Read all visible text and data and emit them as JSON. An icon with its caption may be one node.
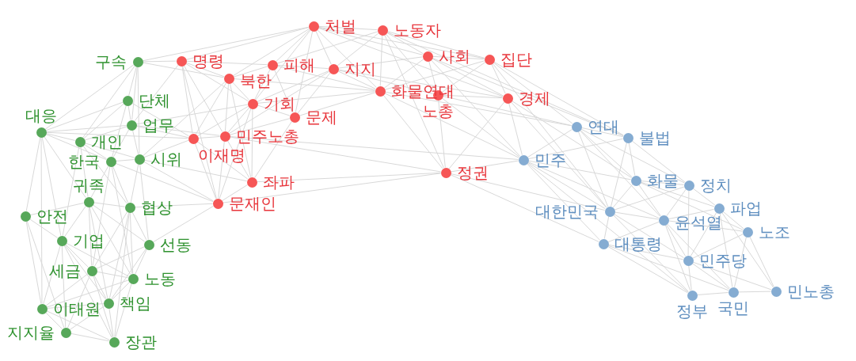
{
  "diagram": {
    "nodes": [
      {
        "text": [],
        "shape": "circle",
        "beside": [
          "처벌"
        ]
      },
      {
        "text": [],
        "shape": "circle",
        "beside": [
          "노동자"
        ]
      },
      {
        "text": [],
        "shape": "circle",
        "beside": [
          "사회"
        ]
      },
      {
        "text": [],
        "shape": "circle",
        "beside": [
          "집단"
        ]
      },
      {
        "text": [],
        "shape": "circle",
        "beside": [
          "구속"
        ]
      },
      {
        "text": [],
        "shape": "circle",
        "beside": [
          "명령"
        ]
      },
      {
        "text": [],
        "shape": "circle",
        "beside": [
          "피해"
        ]
      },
      {
        "text": [],
        "shape": "circle",
        "beside": [
          "지지"
        ]
      },
      {
        "text": [],
        "shape": "circle",
        "beside": [
          "북한"
        ]
      },
      {
        "text": [],
        "shape": "circle",
        "beside": [
          "화물연대"
        ]
      },
      {
        "text": [],
        "shape": "circle",
        "beside": [
          "노총"
        ]
      },
      {
        "text": [],
        "shape": "circle",
        "beside": [
          "경제"
        ]
      },
      {
        "text": [],
        "shape": "circle",
        "beside": [
          "단체"
        ]
      },
      {
        "text": [],
        "shape": "circle",
        "beside": [
          "기회"
        ]
      },
      {
        "text": [],
        "shape": "circle",
        "beside": [
          "문제"
        ]
      },
      {
        "text": [],
        "shape": "circle",
        "beside": [
          "업무"
        ]
      },
      {
        "text": [],
        "shape": "circle",
        "beside": [
          "연대"
        ]
      },
      {
        "text": [],
        "shape": "circle",
        "beside": [
          "대응"
        ]
      },
      {
        "text": [],
        "shape": "circle",
        "beside": [
          "이재명"
        ]
      },
      {
        "text": [],
        "shape": "circle",
        "beside": [
          "민주노총"
        ]
      },
      {
        "text": [],
        "shape": "circle",
        "beside": [
          "개인"
        ]
      },
      {
        "text": [],
        "shape": "circle",
        "beside": [
          "불법"
        ]
      },
      {
        "text": [],
        "shape": "circle",
        "beside": [
          "한국"
        ]
      },
      {
        "text": [],
        "shape": "circle",
        "beside": [
          "시위"
        ]
      },
      {
        "text": [],
        "shape": "circle",
        "beside": [
          "민주"
        ]
      },
      {
        "text": [],
        "shape": "circle",
        "beside": [
          "정권"
        ]
      },
      {
        "text": [],
        "shape": "circle",
        "beside": [
          "좌파"
        ]
      },
      {
        "text": [],
        "shape": "circle",
        "beside": [
          "화물"
        ]
      },
      {
        "text": [],
        "shape": "circle",
        "beside": [
          "정치"
        ]
      },
      {
        "text": [],
        "shape": "circle",
        "beside": [
          "귀족"
        ]
      },
      {
        "text": [],
        "shape": "circle",
        "beside": [
          "문재인"
        ]
      },
      {
        "text": [],
        "shape": "circle",
        "beside": [
          "협상"
        ]
      },
      {
        "text": [],
        "shape": "circle",
        "beside": [
          "대한민국"
        ]
      },
      {
        "text": [],
        "shape": "circle",
        "beside": [
          "파업"
        ]
      },
      {
        "text": [],
        "shape": "circle",
        "beside": [
          "안전"
        ]
      },
      {
        "text": [],
        "shape": "circle",
        "beside": [
          "윤석열"
        ]
      },
      {
        "text": [],
        "shape": "circle",
        "beside": [
          "노조"
        ]
      },
      {
        "text": [],
        "shape": "circle",
        "beside": [
          "기업"
        ]
      },
      {
        "text": [],
        "shape": "circle",
        "beside": [
          "선동"
        ]
      },
      {
        "text": [],
        "shape": "circle",
        "beside": [
          "대통령"
        ]
      },
      {
        "text": [],
        "shape": "circle",
        "beside": [
          "민주당"
        ]
      },
      {
        "text": [],
        "shape": "circle",
        "beside": [
          "세금"
        ]
      },
      {
        "text": [],
        "shape": "circle",
        "beside": [
          "노동"
        ]
      },
      {
        "text": [],
        "shape": "circle",
        "beside": [
          "국민"
        ]
      },
      {
        "text": [],
        "shape": "circle",
        "beside": [
          "민노총"
        ]
      },
      {
        "text": [],
        "shape": "circle",
        "beside": [
          "정부"
        ]
      },
      {
        "text": [],
        "shape": "circle",
        "beside": [
          "책임"
        ]
      },
      {
        "text": [],
        "shape": "circle",
        "beside": [
          "이태원"
        ]
      },
      {
        "text": [],
        "shape": "circle",
        "beside": [
          "지지율"
        ]
      },
      {
        "text": [],
        "shape": "circle",
        "beside": [
          "장관"
        ]
      }
    ],
    "edges": [
      {
        "from": 0,
        "to": 1,
        "arrow": "none"
      },
      {
        "from": 0,
        "to": 2,
        "arrow": "none"
      },
      {
        "from": 0,
        "to": 3,
        "arrow": "none"
      },
      {
        "from": 0,
        "to": 4,
        "arrow": "none"
      },
      {
        "from": 0,
        "to": 5,
        "arrow": "none"
      },
      {
        "from": 0,
        "to": 6,
        "arrow": "none"
      },
      {
        "from": 0,
        "to": 7,
        "arrow": "none"
      },
      {
        "from": 0,
        "to": 8,
        "arrow": "none"
      },
      {
        "from": 0,
        "to": 9,
        "arrow": "none"
      },
      {
        "from": 0,
        "to": 11,
        "arrow": "none"
      },
      {
        "from": 0,
        "to": 13,
        "arrow": "none"
      },
      {
        "from": 0,
        "to": 14,
        "arrow": "none"
      },
      {
        "from": 1,
        "to": 2,
        "arrow": "none"
      },
      {
        "from": 1,
        "to": 3,
        "arrow": "none"
      },
      {
        "from": 1,
        "to": 6,
        "arrow": "none"
      },
      {
        "from": 1,
        "to": 7,
        "arrow": "none"
      },
      {
        "from": 1,
        "to": 9,
        "arrow": "none"
      },
      {
        "from": 1,
        "to": 10,
        "arrow": "none"
      },
      {
        "from": 1,
        "to": 21,
        "arrow": "none"
      },
      {
        "from": 1,
        "to": 25,
        "arrow": "none"
      },
      {
        "from": 2,
        "to": 3,
        "arrow": "none"
      },
      {
        "from": 2,
        "to": 7,
        "arrow": "none"
      },
      {
        "from": 2,
        "to": 9,
        "arrow": "none"
      },
      {
        "from": 2,
        "to": 10,
        "arrow": "none"
      },
      {
        "from": 2,
        "to": 11,
        "arrow": "none"
      },
      {
        "from": 2,
        "to": 21,
        "arrow": "none"
      },
      {
        "from": 2,
        "to": 24,
        "arrow": "none"
      },
      {
        "from": 3,
        "to": 9,
        "arrow": "none"
      },
      {
        "from": 3,
        "to": 10,
        "arrow": "none"
      },
      {
        "from": 3,
        "to": 11,
        "arrow": "none"
      },
      {
        "from": 3,
        "to": 16,
        "arrow": "none"
      },
      {
        "from": 3,
        "to": 21,
        "arrow": "none"
      },
      {
        "from": 3,
        "to": 32,
        "arrow": "none"
      },
      {
        "from": 4,
        "to": 5,
        "arrow": "none"
      },
      {
        "from": 4,
        "to": 8,
        "arrow": "none"
      },
      {
        "from": 4,
        "to": 12,
        "arrow": "none"
      },
      {
        "from": 4,
        "to": 15,
        "arrow": "none"
      },
      {
        "from": 4,
        "to": 17,
        "arrow": "none"
      },
      {
        "from": 4,
        "to": 20,
        "arrow": "none"
      },
      {
        "from": 4,
        "to": 23,
        "arrow": "none"
      },
      {
        "from": 5,
        "to": 6,
        "arrow": "none"
      },
      {
        "from": 5,
        "to": 8,
        "arrow": "none"
      },
      {
        "from": 5,
        "to": 13,
        "arrow": "none"
      },
      {
        "from": 5,
        "to": 15,
        "arrow": "none"
      },
      {
        "from": 5,
        "to": 18,
        "arrow": "none"
      },
      {
        "from": 5,
        "to": 19,
        "arrow": "none"
      },
      {
        "from": 5,
        "to": 30,
        "arrow": "none"
      },
      {
        "from": 6,
        "to": 7,
        "arrow": "none"
      },
      {
        "from": 6,
        "to": 8,
        "arrow": "none"
      },
      {
        "from": 6,
        "to": 9,
        "arrow": "none"
      },
      {
        "from": 6,
        "to": 13,
        "arrow": "none"
      },
      {
        "from": 6,
        "to": 14,
        "arrow": "none"
      },
      {
        "from": 7,
        "to": 9,
        "arrow": "none"
      },
      {
        "from": 7,
        "to": 10,
        "arrow": "none"
      },
      {
        "from": 7,
        "to": 11,
        "arrow": "none"
      },
      {
        "from": 7,
        "to": 13,
        "arrow": "none"
      },
      {
        "from": 7,
        "to": 14,
        "arrow": "none"
      },
      {
        "from": 7,
        "to": 19,
        "arrow": "none"
      },
      {
        "from": 8,
        "to": 9,
        "arrow": "none"
      },
      {
        "from": 8,
        "to": 13,
        "arrow": "none"
      },
      {
        "from": 8,
        "to": 18,
        "arrow": "none"
      },
      {
        "from": 8,
        "to": 19,
        "arrow": "none"
      },
      {
        "from": 8,
        "to": 23,
        "arrow": "none"
      },
      {
        "from": 8,
        "to": 26,
        "arrow": "none"
      },
      {
        "from": 9,
        "to": 13,
        "arrow": "none"
      },
      {
        "from": 9,
        "to": 14,
        "arrow": "none"
      },
      {
        "from": 9,
        "to": 16,
        "arrow": "none"
      },
      {
        "from": 9,
        "to": 24,
        "arrow": "none"
      },
      {
        "from": 9,
        "to": 25,
        "arrow": "none"
      },
      {
        "from": 10,
        "to": 11,
        "arrow": "none"
      },
      {
        "from": 10,
        "to": 16,
        "arrow": "none"
      },
      {
        "from": 10,
        "to": 24,
        "arrow": "none"
      },
      {
        "from": 10,
        "to": 25,
        "arrow": "none"
      },
      {
        "from": 11,
        "to": 24,
        "arrow": "none"
      },
      {
        "from": 11,
        "to": 25,
        "arrow": "none"
      },
      {
        "from": 11,
        "to": 27,
        "arrow": "none"
      },
      {
        "from": 11,
        "to": 32,
        "arrow": "none"
      },
      {
        "from": 12,
        "to": 15,
        "arrow": "none"
      },
      {
        "from": 12,
        "to": 17,
        "arrow": "none"
      },
      {
        "from": 12,
        "to": 18,
        "arrow": "none"
      },
      {
        "from": 12,
        "to": 20,
        "arrow": "none"
      },
      {
        "from": 12,
        "to": 22,
        "arrow": "none"
      },
      {
        "from": 13,
        "to": 14,
        "arrow": "none"
      },
      {
        "from": 13,
        "to": 15,
        "arrow": "none"
      },
      {
        "from": 13,
        "to": 18,
        "arrow": "none"
      },
      {
        "from": 13,
        "to": 19,
        "arrow": "none"
      },
      {
        "from": 13,
        "to": 26,
        "arrow": "none"
      },
      {
        "from": 13,
        "to": 30,
        "arrow": "none"
      },
      {
        "from": 14,
        "to": 19,
        "arrow": "none"
      },
      {
        "from": 14,
        "to": 26,
        "arrow": "none"
      },
      {
        "from": 15,
        "to": 17,
        "arrow": "none"
      },
      {
        "from": 15,
        "to": 18,
        "arrow": "none"
      },
      {
        "from": 15,
        "to": 19,
        "arrow": "none"
      },
      {
        "from": 15,
        "to": 20,
        "arrow": "none"
      },
      {
        "from": 15,
        "to": 22,
        "arrow": "none"
      },
      {
        "from": 15,
        "to": 23,
        "arrow": "none"
      },
      {
        "from": 16,
        "to": 21,
        "arrow": "none"
      },
      {
        "from": 16,
        "to": 24,
        "arrow": "none"
      },
      {
        "from": 16,
        "to": 27,
        "arrow": "none"
      },
      {
        "from": 16,
        "to": 28,
        "arrow": "none"
      },
      {
        "from": 16,
        "to": 32,
        "arrow": "none"
      },
      {
        "from": 16,
        "to": 35,
        "arrow": "none"
      },
      {
        "from": 17,
        "to": 18,
        "arrow": "none"
      },
      {
        "from": 17,
        "to": 20,
        "arrow": "none"
      },
      {
        "from": 17,
        "to": 22,
        "arrow": "none"
      },
      {
        "from": 17,
        "to": 29,
        "arrow": "none"
      },
      {
        "from": 17,
        "to": 34,
        "arrow": "none"
      },
      {
        "from": 17,
        "to": 37,
        "arrow": "none"
      },
      {
        "from": 17,
        "to": 47,
        "arrow": "none"
      },
      {
        "from": 18,
        "to": 19,
        "arrow": "none"
      },
      {
        "from": 18,
        "to": 23,
        "arrow": "none"
      },
      {
        "from": 18,
        "to": 26,
        "arrow": "none"
      },
      {
        "from": 18,
        "to": 30,
        "arrow": "none"
      },
      {
        "from": 19,
        "to": 24,
        "arrow": "none"
      },
      {
        "from": 19,
        "to": 25,
        "arrow": "none"
      },
      {
        "from": 19,
        "to": 26,
        "arrow": "none"
      },
      {
        "from": 19,
        "to": 30,
        "arrow": "none"
      },
      {
        "from": 20,
        "to": 22,
        "arrow": "none"
      },
      {
        "from": 20,
        "to": 23,
        "arrow": "none"
      },
      {
        "from": 20,
        "to": 29,
        "arrow": "none"
      },
      {
        "from": 20,
        "to": 31,
        "arrow": "none"
      },
      {
        "from": 20,
        "to": 37,
        "arrow": "none"
      },
      {
        "from": 21,
        "to": 24,
        "arrow": "none"
      },
      {
        "from": 21,
        "to": 27,
        "arrow": "none"
      },
      {
        "from": 21,
        "to": 28,
        "arrow": "none"
      },
      {
        "from": 21,
        "to": 32,
        "arrow": "none"
      },
      {
        "from": 22,
        "to": 23,
        "arrow": "none"
      },
      {
        "from": 22,
        "to": 29,
        "arrow": "none"
      },
      {
        "from": 22,
        "to": 30,
        "arrow": "none"
      },
      {
        "from": 22,
        "to": 31,
        "arrow": "none"
      },
      {
        "from": 22,
        "to": 41,
        "arrow": "none"
      },
      {
        "from": 22,
        "to": 42,
        "arrow": "none"
      },
      {
        "from": 23,
        "to": 26,
        "arrow": "none"
      },
      {
        "from": 23,
        "to": 30,
        "arrow": "none"
      },
      {
        "from": 23,
        "to": 31,
        "arrow": "none"
      },
      {
        "from": 23,
        "to": 38,
        "arrow": "none"
      },
      {
        "from": 24,
        "to": 25,
        "arrow": "none"
      },
      {
        "from": 24,
        "to": 27,
        "arrow": "none"
      },
      {
        "from": 24,
        "to": 32,
        "arrow": "none"
      },
      {
        "from": 24,
        "to": 35,
        "arrow": "none"
      },
      {
        "from": 24,
        "to": 39,
        "arrow": "none"
      },
      {
        "from": 24,
        "to": 45,
        "arrow": "none"
      },
      {
        "from": 25,
        "to": 26,
        "arrow": "none"
      },
      {
        "from": 25,
        "to": 30,
        "arrow": "none"
      },
      {
        "from": 25,
        "to": 32,
        "arrow": "none"
      },
      {
        "from": 25,
        "to": 39,
        "arrow": "none"
      },
      {
        "from": 26,
        "to": 30,
        "arrow": "none"
      },
      {
        "from": 27,
        "to": 28,
        "arrow": "none"
      },
      {
        "from": 27,
        "to": 32,
        "arrow": "none"
      },
      {
        "from": 27,
        "to": 33,
        "arrow": "none"
      },
      {
        "from": 27,
        "to": 35,
        "arrow": "none"
      },
      {
        "from": 27,
        "to": 36,
        "arrow": "none"
      },
      {
        "from": 28,
        "to": 32,
        "arrow": "none"
      },
      {
        "from": 28,
        "to": 33,
        "arrow": "none"
      },
      {
        "from": 28,
        "to": 35,
        "arrow": "none"
      },
      {
        "from": 28,
        "to": 40,
        "arrow": "none"
      },
      {
        "from": 29,
        "to": 31,
        "arrow": "none"
      },
      {
        "from": 29,
        "to": 34,
        "arrow": "none"
      },
      {
        "from": 29,
        "to": 37,
        "arrow": "none"
      },
      {
        "from": 29,
        "to": 38,
        "arrow": "none"
      },
      {
        "from": 29,
        "to": 41,
        "arrow": "none"
      },
      {
        "from": 29,
        "to": 42,
        "arrow": "none"
      },
      {
        "from": 29,
        "to": 46,
        "arrow": "none"
      },
      {
        "from": 30,
        "to": 31,
        "arrow": "none"
      },
      {
        "from": 30,
        "to": 38,
        "arrow": "none"
      },
      {
        "from": 31,
        "to": 38,
        "arrow": "none"
      },
      {
        "from": 31,
        "to": 41,
        "arrow": "none"
      },
      {
        "from": 31,
        "to": 42,
        "arrow": "none"
      },
      {
        "from": 31,
        "to": 46,
        "arrow": "none"
      },
      {
        "from": 31,
        "to": 49,
        "arrow": "none"
      },
      {
        "from": 32,
        "to": 35,
        "arrow": "none"
      },
      {
        "from": 32,
        "to": 39,
        "arrow": "none"
      },
      {
        "from": 32,
        "to": 40,
        "arrow": "none"
      },
      {
        "from": 32,
        "to": 45,
        "arrow": "none"
      },
      {
        "from": 33,
        "to": 35,
        "arrow": "none"
      },
      {
        "from": 33,
        "to": 36,
        "arrow": "none"
      },
      {
        "from": 33,
        "to": 40,
        "arrow": "none"
      },
      {
        "from": 33,
        "to": 43,
        "arrow": "none"
      },
      {
        "from": 33,
        "to": 44,
        "arrow": "none"
      },
      {
        "from": 34,
        "to": 37,
        "arrow": "none"
      },
      {
        "from": 34,
        "to": 47,
        "arrow": "none"
      },
      {
        "from": 34,
        "to": 48,
        "arrow": "none"
      },
      {
        "from": 35,
        "to": 36,
        "arrow": "none"
      },
      {
        "from": 35,
        "to": 39,
        "arrow": "none"
      },
      {
        "from": 35,
        "to": 40,
        "arrow": "none"
      },
      {
        "from": 35,
        "to": 43,
        "arrow": "none"
      },
      {
        "from": 35,
        "to": 45,
        "arrow": "none"
      },
      {
        "from": 36,
        "to": 40,
        "arrow": "none"
      },
      {
        "from": 36,
        "to": 43,
        "arrow": "none"
      },
      {
        "from": 36,
        "to": 44,
        "arrow": "none"
      },
      {
        "from": 37,
        "to": 41,
        "arrow": "none"
      },
      {
        "from": 37,
        "to": 42,
        "arrow": "none"
      },
      {
        "from": 37,
        "to": 46,
        "arrow": "none"
      },
      {
        "from": 37,
        "to": 47,
        "arrow": "none"
      },
      {
        "from": 37,
        "to": 48,
        "arrow": "none"
      },
      {
        "from": 37,
        "to": 49,
        "arrow": "none"
      },
      {
        "from": 38,
        "to": 41,
        "arrow": "none"
      },
      {
        "from": 38,
        "to": 42,
        "arrow": "none"
      },
      {
        "from": 38,
        "to": 46,
        "arrow": "none"
      },
      {
        "from": 39,
        "to": 40,
        "arrow": "none"
      },
      {
        "from": 39,
        "to": 43,
        "arrow": "none"
      },
      {
        "from": 39,
        "to": 45,
        "arrow": "none"
      },
      {
        "from": 40,
        "to": 43,
        "arrow": "none"
      },
      {
        "from": 40,
        "to": 44,
        "arrow": "none"
      },
      {
        "from": 40,
        "to": 45,
        "arrow": "none"
      },
      {
        "from": 41,
        "to": 42,
        "arrow": "none"
      },
      {
        "from": 41,
        "to": 46,
        "arrow": "none"
      },
      {
        "from": 41,
        "to": 47,
        "arrow": "none"
      },
      {
        "from": 41,
        "to": 48,
        "arrow": "none"
      },
      {
        "from": 41,
        "to": 49,
        "arrow": "none"
      },
      {
        "from": 42,
        "to": 46,
        "arrow": "none"
      },
      {
        "from": 42,
        "to": 47,
        "arrow": "none"
      },
      {
        "from": 42,
        "to": 49,
        "arrow": "none"
      },
      {
        "from": 43,
        "to": 44,
        "arrow": "none"
      },
      {
        "from": 43,
        "to": 45,
        "arrow": "none"
      },
      {
        "from": 46,
        "to": 47,
        "arrow": "none"
      },
      {
        "from": 46,
        "to": 48,
        "arrow": "none"
      },
      {
        "from": 46,
        "to": 49,
        "arrow": "none"
      },
      {
        "from": 47,
        "to": 48,
        "arrow": "none"
      },
      {
        "from": 47,
        "to": 49,
        "arrow": "none"
      },
      {
        "from": 48,
        "to": 49,
        "arrow": "none"
      }
    ]
  }
}
